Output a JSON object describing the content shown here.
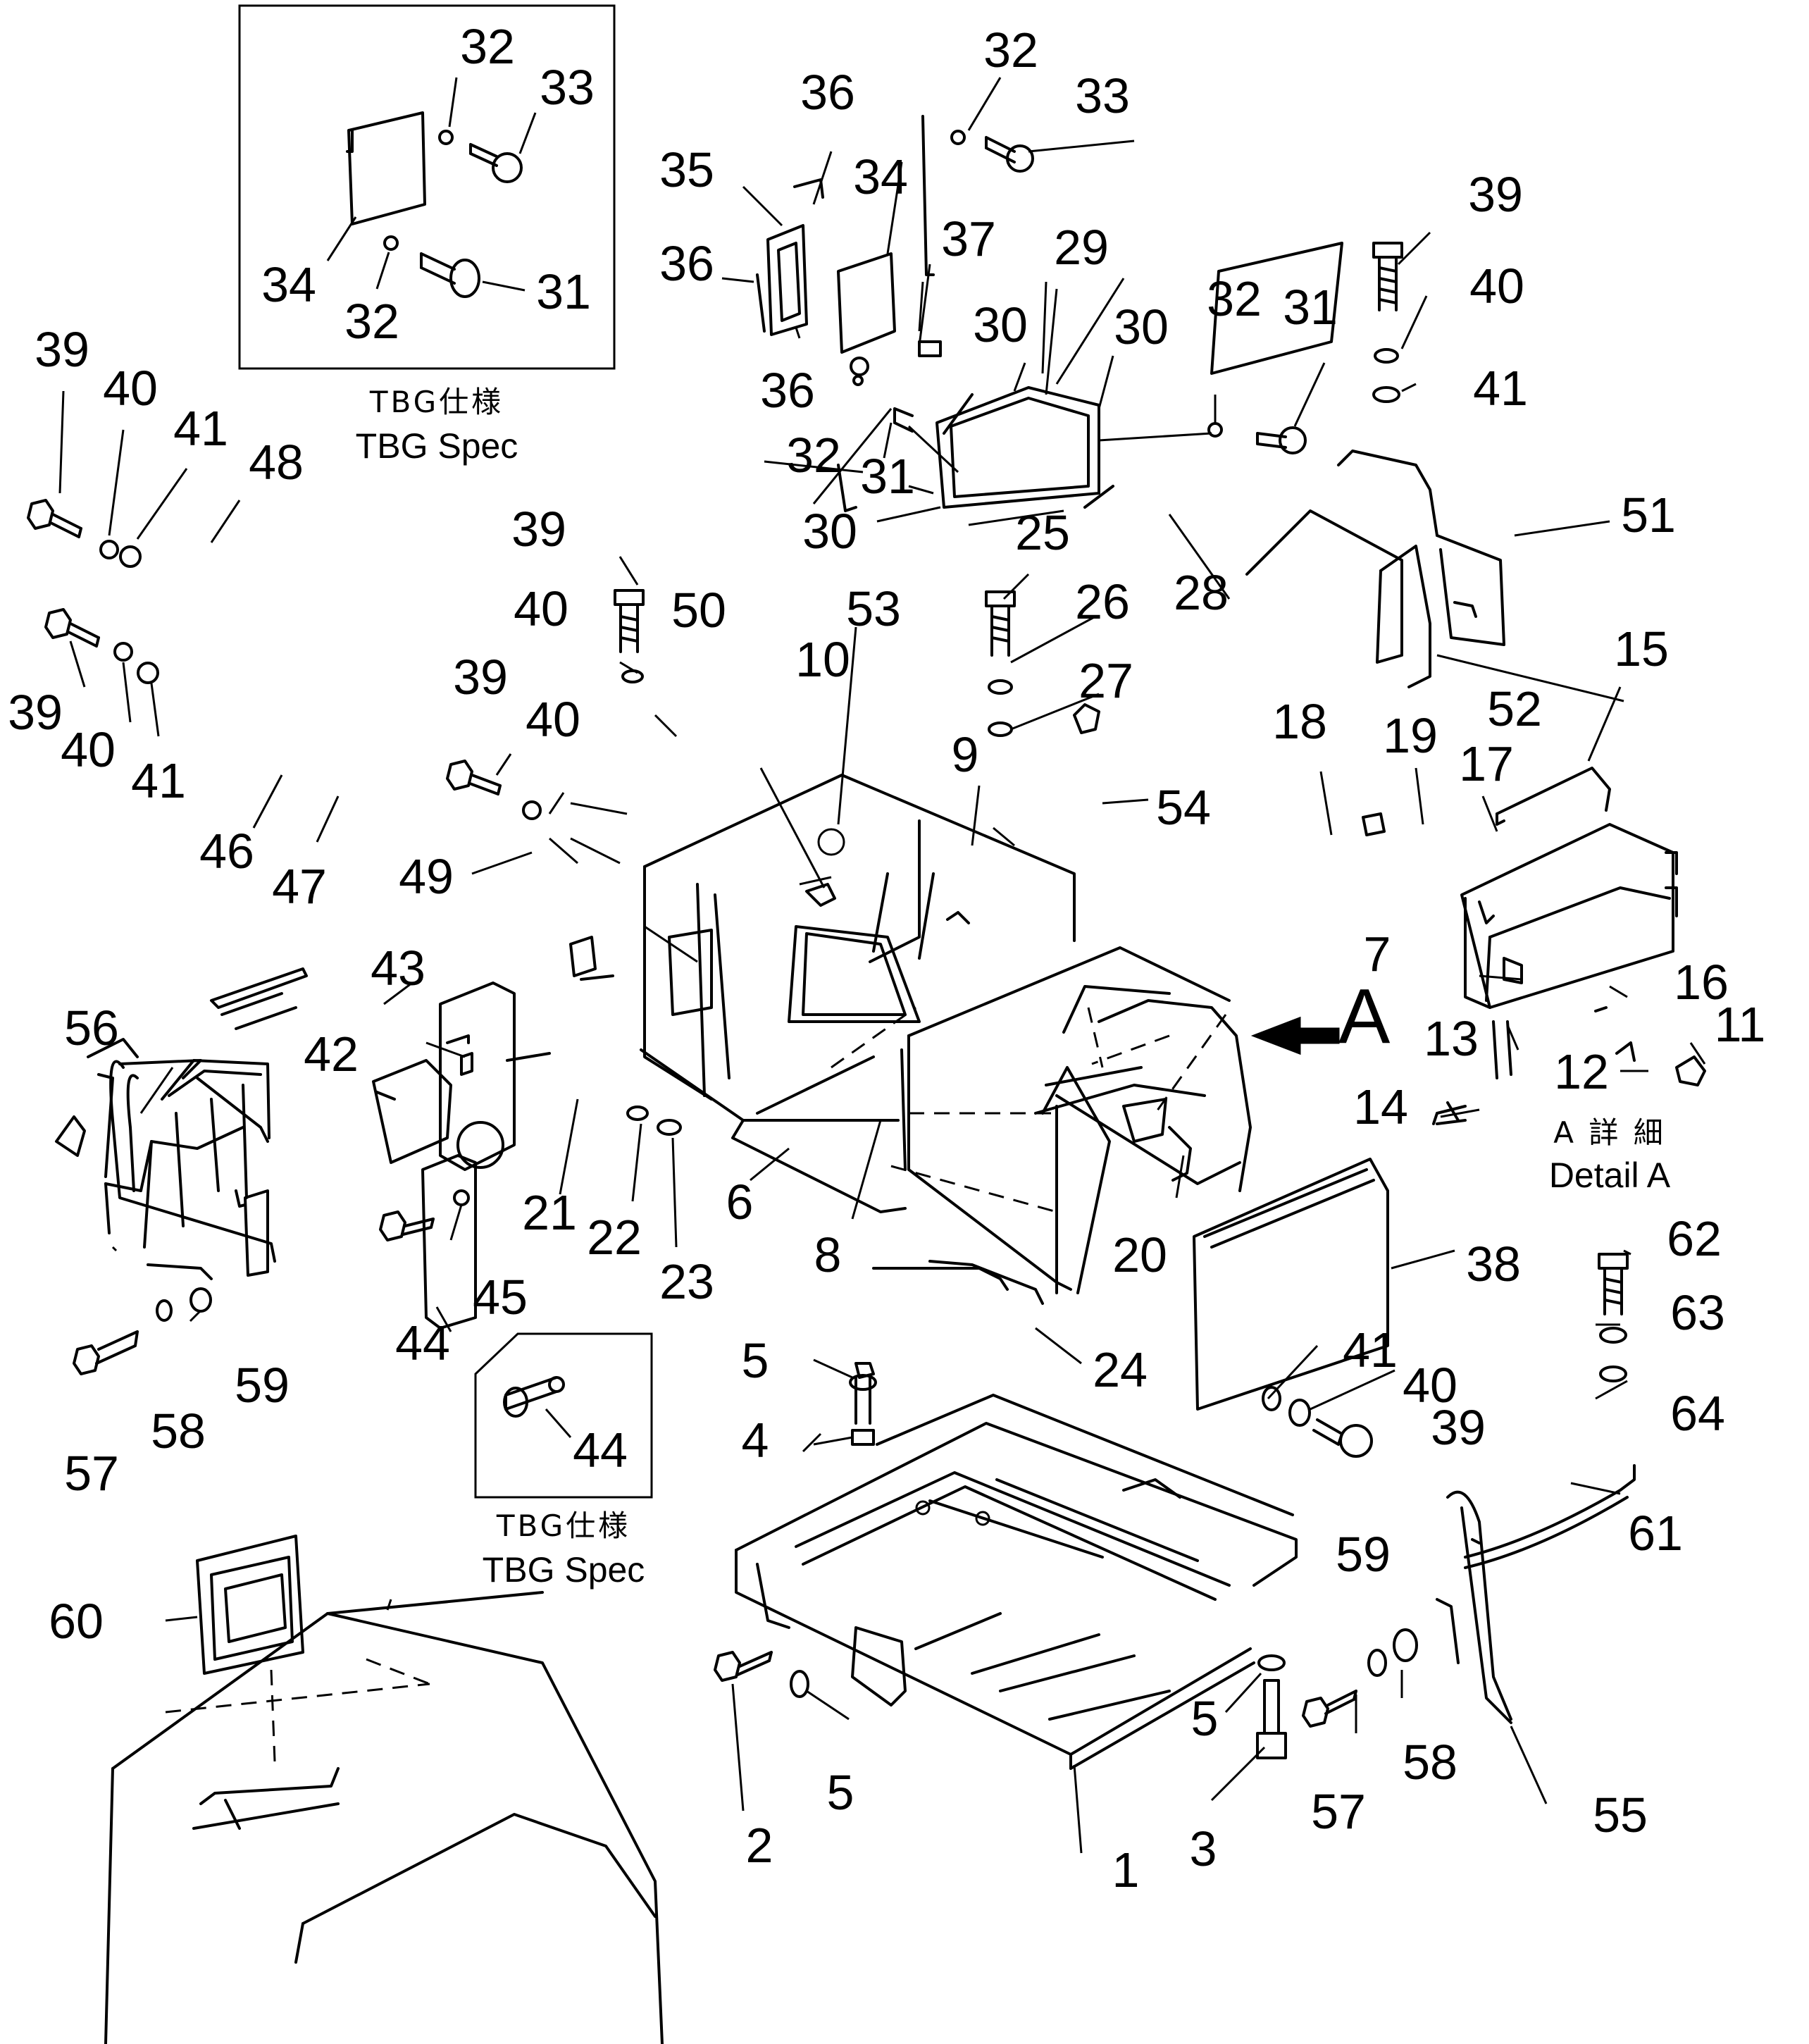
{
  "title": "",
  "callouts": {
    "n1": "1",
    "n2": "2",
    "n3": "3",
    "n4": "4",
    "n5": "5",
    "n6": "6",
    "n7": "7",
    "n8": "8",
    "n9": "9",
    "n10": "10",
    "n11": "11",
    "n12": "12",
    "n13": "13",
    "n14": "14",
    "n15": "15",
    "n16": "16",
    "n17": "17",
    "n18": "18",
    "n19": "19",
    "n20": "20",
    "n21": "21",
    "n22": "22",
    "n23": "23",
    "n24": "24",
    "n25": "25",
    "n26": "26",
    "n27": "27",
    "n28": "28",
    "n29": "29",
    "n30": "30",
    "n31": "31",
    "n32": "32",
    "n33": "33",
    "n34": "34",
    "n35": "35",
    "n36": "36",
    "n37": "37",
    "n38": "38",
    "n39": "39",
    "n40": "40",
    "n41": "41",
    "n42": "42",
    "n43": "43",
    "n44": "44",
    "n45": "45",
    "n46": "46",
    "n47": "47",
    "n48": "48",
    "n49": "49",
    "n50": "50",
    "n51": "51",
    "n52": "52",
    "n53": "53",
    "n54": "54",
    "n55": "55",
    "n56": "56",
    "n57": "57",
    "n58": "58",
    "n59": "59",
    "n60": "60",
    "n61": "61",
    "n62": "62",
    "n63": "63",
    "n64": "64"
  },
  "view_marker": "A",
  "detail_a": {
    "jp": "A 詳 細",
    "en": "Detail  A"
  },
  "spec_top": {
    "jp": "TBG仕様",
    "en": "TBG Spec"
  },
  "spec_bottom": {
    "jp": "TBG仕様",
    "en": "TBG Spec"
  }
}
